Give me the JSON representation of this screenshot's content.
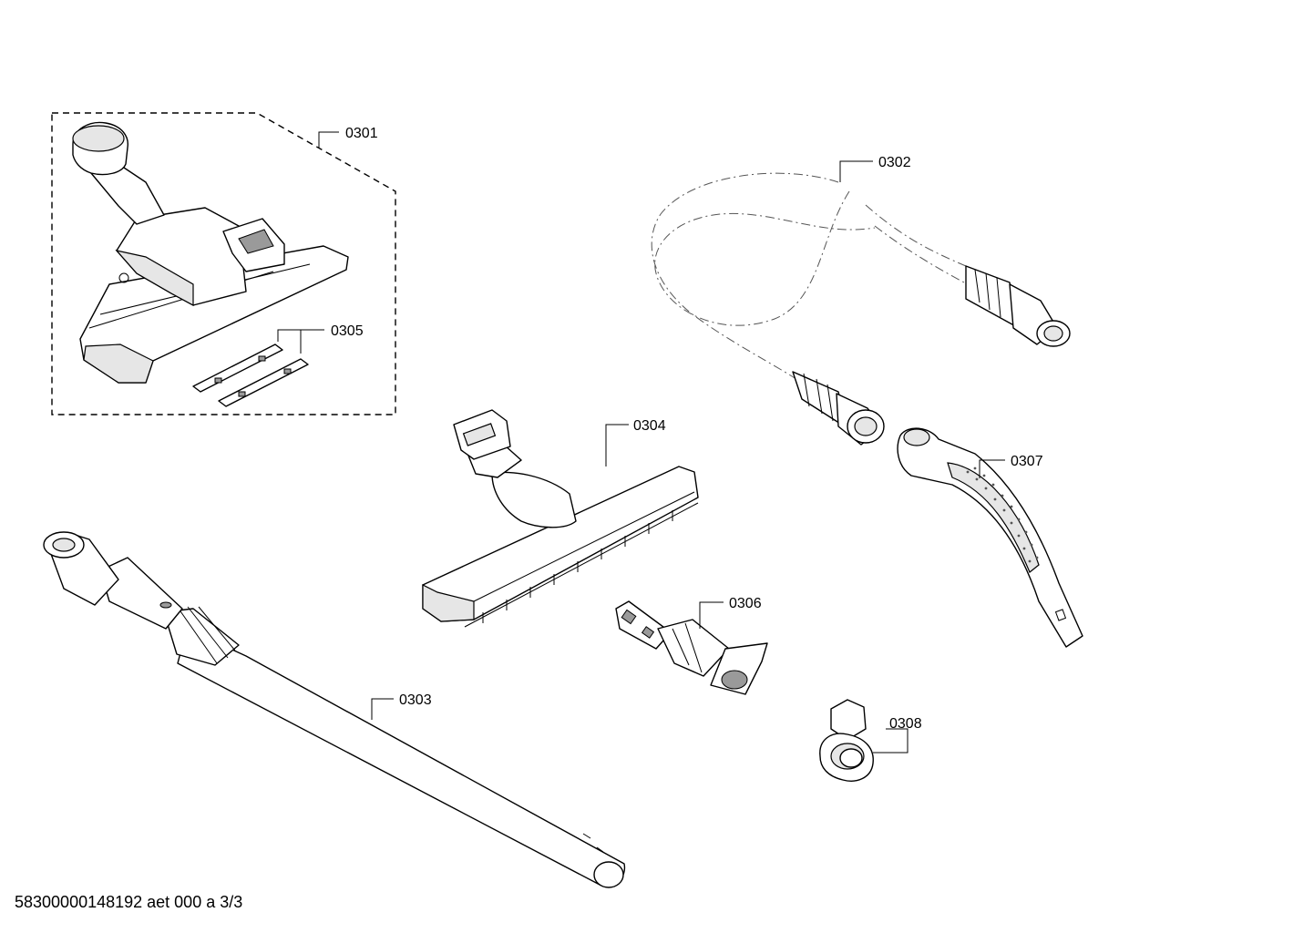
{
  "diagram": {
    "parts": [
      {
        "id": "0301",
        "icon": "floor-nozzle-icon"
      },
      {
        "id": "0302",
        "icon": "suction-hose-icon"
      },
      {
        "id": "0303",
        "icon": "extension-tube-icon"
      },
      {
        "id": "0304",
        "icon": "parquet-nozzle-icon"
      },
      {
        "id": "0305",
        "icon": "wear-strip-icon"
      },
      {
        "id": "0306",
        "icon": "crevice-brush-icon"
      },
      {
        "id": "0307",
        "icon": "hose-handle-icon"
      },
      {
        "id": "0308",
        "icon": "tube-clip-icon"
      }
    ],
    "footer": "58300000148192 aet 000 a 3/3"
  }
}
